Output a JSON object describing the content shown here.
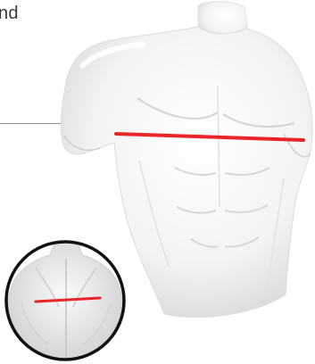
{
  "caption": {
    "partial_text": "nd"
  },
  "measure": {
    "line_color": "#e8262a",
    "inset_ring_color": "#111111"
  },
  "icons": {
    "front_torso": "front-torso-illustration",
    "back_torso": "back-torso-illustration"
  }
}
